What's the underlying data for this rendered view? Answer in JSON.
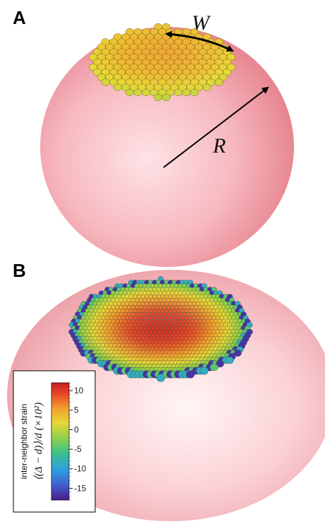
{
  "panel_a": {
    "label": "A",
    "width_symbol": "W",
    "radius_symbol": "R"
  },
  "panel_b": {
    "label": "B",
    "colorbar": {
      "title": "inter-neighbor strain",
      "formula": "⟨(Δ − d)⟩/d (×10²)",
      "ticks": [
        "10",
        "5",
        "0",
        "-5",
        "-10",
        "-15"
      ],
      "range": [
        -18,
        12
      ],
      "colormap": [
        "#4b1a8a",
        "#3f5fd0",
        "#2fa0e0",
        "#3cc08a",
        "#8fd04a",
        "#e6d838",
        "#f2a030",
        "#e84a28",
        "#c81e1e"
      ]
    }
  }
}
